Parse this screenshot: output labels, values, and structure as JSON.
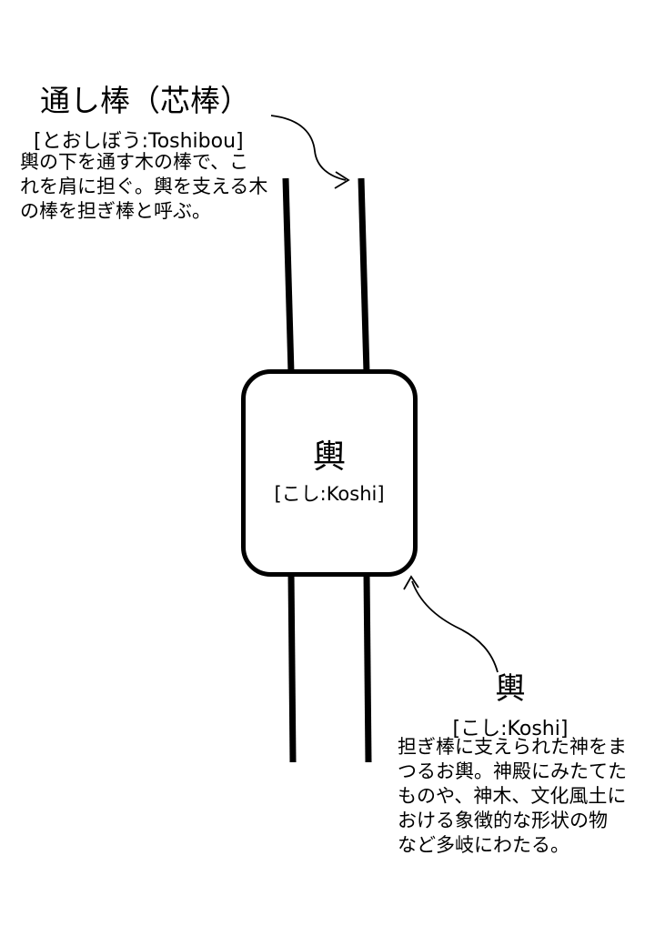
{
  "canvas": {
    "background": "#ffffff",
    "ink": "#000000"
  },
  "toushibou_label": {
    "title": "通し棒（芯棒）",
    "reading": "[とおしぼう:Toshibou]",
    "description_lines": [
      "輿の下を通す木の棒で、こ",
      "れを肩に担ぐ。輿を支える木",
      "の棒を担ぎ棒と呼ぶ。"
    ]
  },
  "koshi_box": {
    "title": "輿",
    "reading": "[こし:Koshi]"
  },
  "koshi_label": {
    "title": "輿",
    "reading": "[こし:Koshi]",
    "description_lines": [
      "担ぎ棒に支えられた神をま",
      "つるお輿。神殿にみたてた",
      "ものや、神木、文化風土に",
      "おける象徴的な形状の物",
      "など多岐にわたる。"
    ]
  }
}
